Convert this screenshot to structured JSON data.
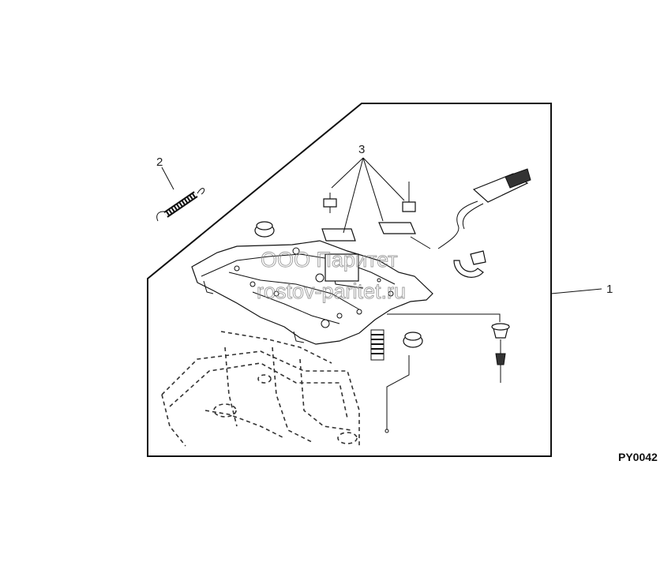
{
  "diagram": {
    "figure_code": "PY0042",
    "callouts": [
      "1",
      "2",
      "3"
    ],
    "watermark": {
      "line1": "ООО Паритет",
      "line2": "rostov-paritet.ru"
    }
  }
}
